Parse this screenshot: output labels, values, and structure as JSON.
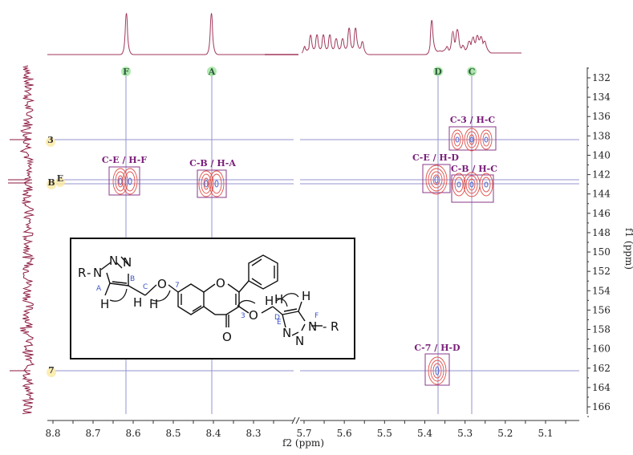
{
  "chart_data": {
    "type": "heatmap",
    "subtype": "2D NMR HMBC contour plot",
    "xlabel": "f2 (ppm)",
    "ylabel": "f1 (ppm)",
    "x_axis": {
      "broken": true,
      "segments": [
        {
          "range": [
            8.82,
            8.22
          ],
          "ticks": [
            8.8,
            8.7,
            8.6,
            8.5,
            8.4,
            8.3
          ]
        },
        {
          "range": [
            5.72,
            5.02
          ],
          "ticks": [
            5.7,
            5.6,
            5.5,
            5.4,
            5.3,
            5.2,
            5.1
          ]
        }
      ],
      "tick_labels": [
        "8.8",
        "8.7",
        "8.6",
        "8.5",
        "8.4",
        "8.3",
        "5.7",
        "5.6",
        "5.5",
        "5.4",
        "5.3",
        "5.2",
        "5.1"
      ]
    },
    "y_axis": {
      "range": [
        131,
        167
      ],
      "ticks": [
        132,
        134,
        136,
        138,
        140,
        142,
        144,
        146,
        148,
        150,
        152,
        154,
        156,
        158,
        160,
        162,
        164,
        166
      ],
      "tick_labels": [
        "132",
        "134",
        "136",
        "138",
        "140",
        "142",
        "144",
        "146",
        "148",
        "150",
        "152",
        "154",
        "156",
        "158",
        "160",
        "162",
        "164",
        "166"
      ],
      "position": "right"
    },
    "proton_markers": [
      {
        "label": "F",
        "ppm": 8.62
      },
      {
        "label": "A",
        "ppm": 8.4
      },
      {
        "label": "D",
        "ppm": 5.36
      },
      {
        "label": "C",
        "ppm": 5.28
      }
    ],
    "carbon_markers": [
      {
        "label": "3",
        "ppm": 138.4
      },
      {
        "label": "B",
        "ppm": 143.0
      },
      {
        "label": "E",
        "ppm": 142.6
      },
      {
        "label": "7",
        "ppm": 162.3
      }
    ],
    "correlations": [
      {
        "label": "C-E / H-F",
        "h_ppm": 8.62,
        "c_ppm": 142.7
      },
      {
        "label": "C-B / H-A",
        "h_ppm": 8.4,
        "c_ppm": 142.9
      },
      {
        "label": "C-3 / H-C",
        "h_ppm": 5.28,
        "c_ppm": 138.4
      },
      {
        "label": "C-E / H-D",
        "h_ppm": 5.36,
        "c_ppm": 142.6
      },
      {
        "label": "C-B / H-C",
        "h_ppm": 5.28,
        "c_ppm": 142.9
      },
      {
        "label": "C-7 / H-D",
        "h_ppm": 5.36,
        "c_ppm": 162.3
      }
    ],
    "projections": {
      "top": "1H spectrum (f2)",
      "left": "13C trace (f1, noisy)"
    },
    "grid": false,
    "legend": "none"
  },
  "structure_inset": {
    "atoms": {
      "R_left": "R",
      "R_right": "R",
      "N": "N",
      "O": "O",
      "H": "H"
    },
    "position_labels": [
      "A",
      "B",
      "C",
      "7",
      "3",
      "D",
      "E",
      "F"
    ]
  },
  "colors": {
    "spectrum": "#a0375a",
    "left_trace": "#8b1a40",
    "crosshair": "#8888cc",
    "contour": "#e0504a",
    "contour_inner": "#5566cc",
    "box": "#8a3a8a",
    "corr_label": "#7a1f7a",
    "x_marker": "#9be39b",
    "y_marker": "#fbe9a0"
  }
}
